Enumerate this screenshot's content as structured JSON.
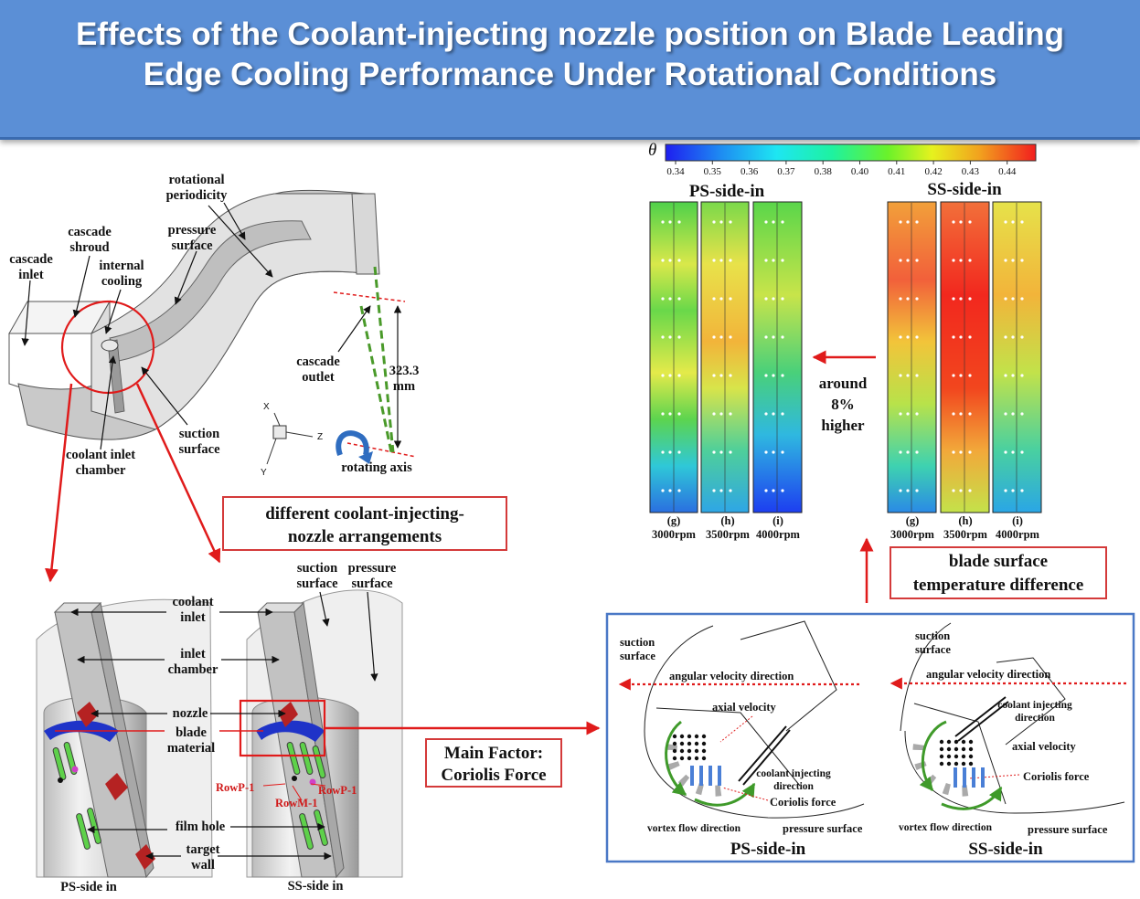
{
  "title": {
    "line1": "Effects of the Coolant-injecting nozzle position on Blade Leading",
    "line2": "Edge Cooling Performance Under Rotational Conditions"
  },
  "cascade_labels": {
    "rotational_periodicity_1": "rotational",
    "rotational_periodicity_2": "periodicity",
    "cascade_shroud_1": "cascade",
    "cascade_shroud_2": "shroud",
    "pressure_surface_1": "pressure",
    "pressure_surface_2": "surface",
    "cascade_inlet_1": "cascade",
    "cascade_inlet_2": "inlet",
    "internal_cooling_1": "internal",
    "internal_cooling_2": "cooling",
    "cascade_outlet_1": "cascade",
    "cascade_outlet_2": "outlet",
    "dimension_value": "323.3",
    "dimension_unit": "mm",
    "suction_surface_1": "suction",
    "suction_surface_2": "surface",
    "coolant_inlet_chamber_1": "coolant inlet",
    "coolant_inlet_chamber_2": "chamber",
    "rotating_axis": "rotating axis",
    "axis_x": "X",
    "axis_y": "Y",
    "axis_z": "Z"
  },
  "arrangements_box": {
    "line1": "different coolant-injecting-",
    "line2": "nozzle arrangements"
  },
  "nozzle_labels": {
    "suction_surface_1": "suction",
    "suction_surface_2": "surface",
    "pressure_surface_1": "pressure",
    "pressure_surface_2": "surface",
    "coolant_inlet_1": "coolant",
    "coolant_inlet_2": "inlet",
    "inlet_chamber_1": "inlet",
    "inlet_chamber_2": "chamber",
    "nozzle": "nozzle",
    "blade_material_1": "blade",
    "blade_material_2": "material",
    "film_hole": "film hole",
    "target_wall_1": "target",
    "target_wall_2": "wall",
    "rowp1_left": "RowP-1",
    "rowm1": "RowM-1",
    "rowp1_right": "RowP-1",
    "ps_side_in": "PS-side in",
    "ss_side_in": "SS-side in"
  },
  "main_factor_box": {
    "line1": "Main Factor:",
    "line2": "Coriolis Force"
  },
  "colorbar": {
    "symbol": "θ",
    "ticks": [
      "0.34",
      "0.35",
      "0.36",
      "0.37",
      "0.38",
      "0.40",
      "0.41",
      "0.42",
      "0.43",
      "0.44"
    ],
    "colors": [
      "#1e1ef0",
      "#1d5cf2",
      "#1e9af2",
      "#1ed2f2",
      "#1ef2d8",
      "#1ef29c",
      "#38f24e",
      "#7af22a",
      "#b8f21e",
      "#eef21e",
      "#f2c81e",
      "#f2961e",
      "#f25a1e",
      "#f21e1e"
    ]
  },
  "contours": {
    "ps_title": "PS-side-in",
    "ss_title": "SS-side-in",
    "ps_panels": [
      {
        "letter": "(g)",
        "speed": "3000rpm"
      },
      {
        "letter": "(h)",
        "speed": "3500rpm"
      },
      {
        "letter": "(i)",
        "speed": "4000rpm"
      }
    ],
    "ss_panels": [
      {
        "letter": "(g)",
        "speed": "3000rpm"
      },
      {
        "letter": "(h)",
        "speed": "3500rpm"
      },
      {
        "letter": "(i)",
        "speed": "4000rpm"
      }
    ],
    "comparison_1": "around",
    "comparison_2": "8%",
    "comparison_3": "higher"
  },
  "temperature_box": {
    "line1": "blade surface",
    "line2": "temperature difference"
  },
  "flow_panel": {
    "left": {
      "suction_1": "suction",
      "suction_2": "surface",
      "angular": "angular velocity direction",
      "axial": "axial velocity",
      "injecting_1": "coolant injecting",
      "injecting_2": "direction",
      "coriolis": "Coriolis force",
      "vortex": "vortex flow direction",
      "pressure": "pressure surface",
      "caption": "PS-side-in"
    },
    "right": {
      "suction_1": "suction",
      "suction_2": "surface",
      "angular": "angular velocity direction",
      "injecting_1": "coolant injecting",
      "injecting_2": "direction",
      "axial": "axial velocity",
      "coriolis": "Coriolis force",
      "vortex": "vortex flow direction",
      "pressure": "pressure surface",
      "caption": "SS-side-in"
    }
  }
}
